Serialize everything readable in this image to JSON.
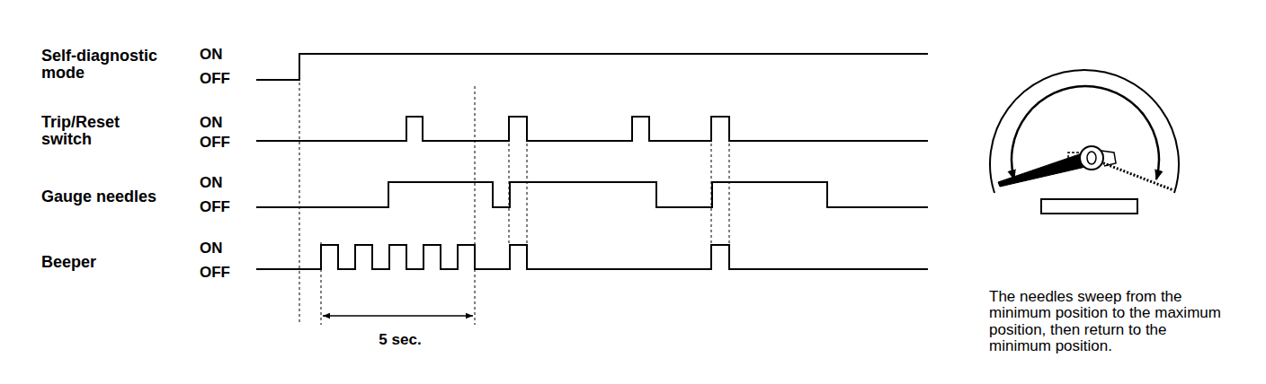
{
  "diagram": {
    "labels": [
      "Self-diagnostic mode",
      "ON",
      "OFF",
      "Trip/Reset switch",
      "ON",
      "OFF",
      "Gauge needles",
      "ON",
      "OFF",
      "Beeper",
      "ON",
      "OFF",
      "5 sec.",
      "The needles sweep from the minimum position to the maximum position, then return to the minimum position."
    ]
  }
}
